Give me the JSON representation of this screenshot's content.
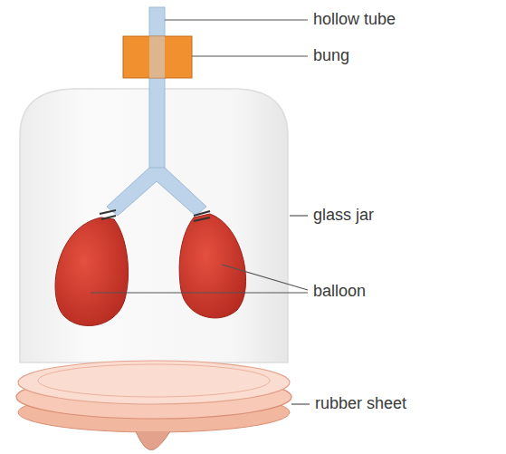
{
  "diagram": {
    "labels": [
      "hollow tube",
      "bung",
      "glass jar",
      "balloon",
      "rubber sheet"
    ]
  }
}
